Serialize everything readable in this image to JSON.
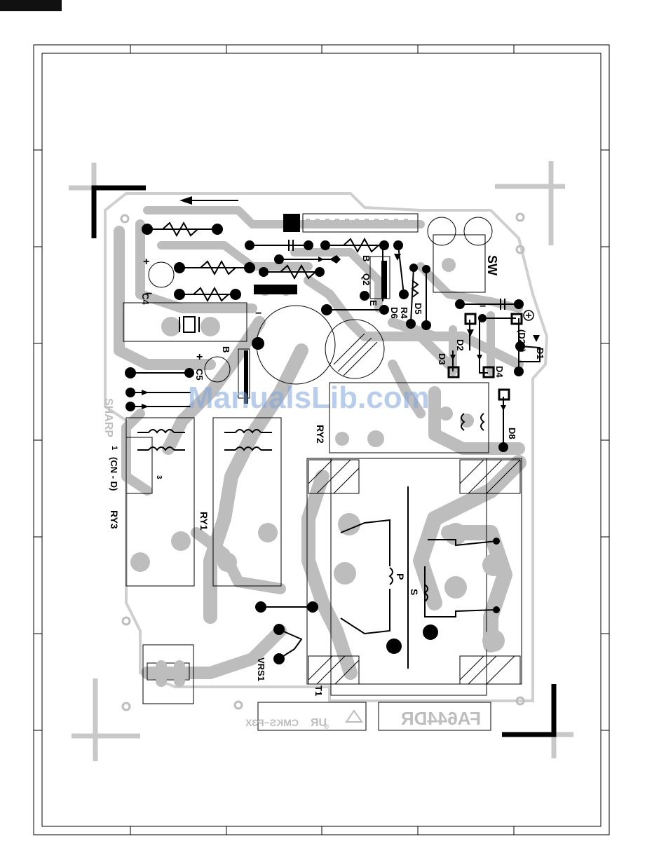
{
  "page": {
    "tab_color": "#111111"
  },
  "colors": {
    "trace": "#bdbdbd",
    "ink": "#000000",
    "background": "#ffffff",
    "watermark": "#7fa6dc"
  },
  "labels": {
    "c4": "C4",
    "c5": "C5",
    "q2": "Q2",
    "q2_b": "B",
    "q2_e": "E",
    "b2": "B",
    "r4": "R4",
    "d5": "D5",
    "d6": "D6",
    "sw": "SW",
    "d1": "D1",
    "d2": "D2",
    "d3": "D3",
    "d4": "D4",
    "d20": "(D20)",
    "d8": "D8",
    "ry1": "RY1",
    "ry2": "RY2",
    "ry3": "RY3",
    "cn_d": "(CN - D)",
    "pin1": "1",
    "pin3": "3",
    "p": "P",
    "s": "S",
    "t1": "T1",
    "vrs1": "VRS1",
    "plus1": "+",
    "plus2": "+",
    "minus1": "−",
    "minus2": "−",
    "minus3": "−"
  },
  "silkscreen": {
    "sharp": "SHARP",
    "code": "CMKS−P3X",
    "part": "FA644DR",
    "ul": "UR",
    "registered": "®"
  },
  "watermark": "ManualsLib.com"
}
